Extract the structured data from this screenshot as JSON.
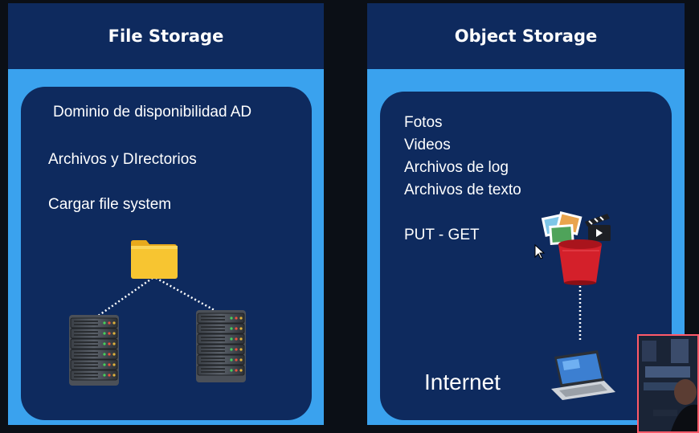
{
  "panels": {
    "file": {
      "title": "File Storage",
      "lines": [
        "Dominio de disponibilidad AD",
        "Archivos y DIrectorios",
        "Cargar file system"
      ]
    },
    "object": {
      "title": "Object Storage",
      "lines": [
        "Fotos",
        "Videos",
        "Archivos de log",
        "Archivos de texto"
      ],
      "ops": "PUT - GET",
      "internet": "Internet"
    }
  },
  "colors": {
    "panel_blue": "#3aa2ee",
    "navy": "#0e2a5e",
    "folder": "#f7c531",
    "bucket": "#d4202a"
  },
  "icons": [
    "folder-icon",
    "server-icon",
    "bucket-icon",
    "photos-icon",
    "clapperboard-icon",
    "laptop-icon",
    "cursor-icon"
  ]
}
